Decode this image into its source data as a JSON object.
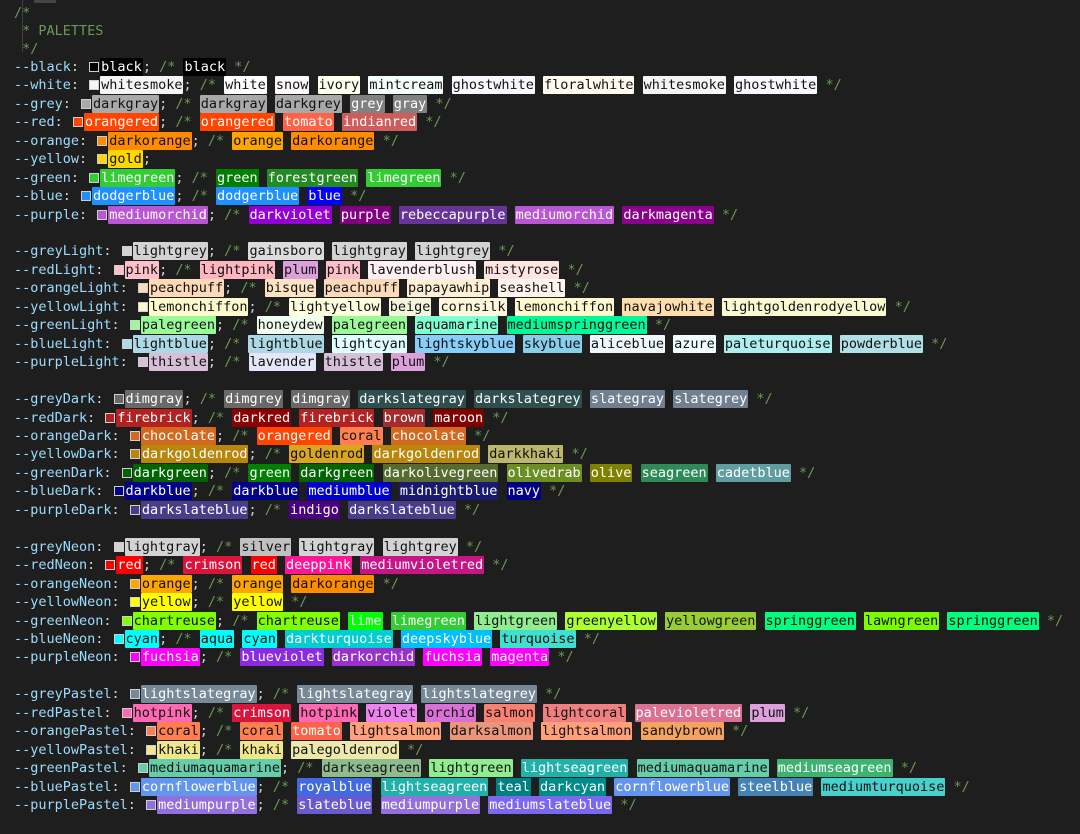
{
  "header": {
    "open": "/*",
    "title": " * PALETTES",
    "close": " */"
  },
  "palette_groups": [
    [
      {
        "name": "--black",
        "main": "black",
        "alts": [
          "black"
        ]
      },
      {
        "name": "--white",
        "main": "whitesmoke",
        "alts": [
          "white",
          "snow",
          "ivory",
          "mintcream",
          "ghostwhite",
          "floralwhite",
          "whitesmoke",
          "ghostwhite"
        ]
      },
      {
        "name": "--grey",
        "main": "darkgray",
        "alts": [
          "darkgray",
          "darkgrey",
          "grey",
          "gray"
        ]
      },
      {
        "name": "--red",
        "main": "orangered",
        "alts": [
          "orangered",
          "tomato",
          "indianred"
        ]
      },
      {
        "name": "--orange",
        "main": "darkorange",
        "alts": [
          "orange",
          "darkorange"
        ]
      },
      {
        "name": "--yellow",
        "main": "gold",
        "alts": []
      },
      {
        "name": "--green",
        "main": "limegreen",
        "alts": [
          "green",
          "forestgreen",
          "limegreen"
        ]
      },
      {
        "name": "--blue",
        "main": "dodgerblue",
        "alts": [
          "dodgerblue",
          "blue"
        ]
      },
      {
        "name": "--purple",
        "main": "mediumorchid",
        "alts": [
          "darkviolet",
          "purple",
          "rebeccapurple",
          "mediumorchid",
          "darkmagenta"
        ]
      }
    ],
    [
      {
        "name": "--greyLight",
        "main": "lightgrey",
        "alts": [
          "gainsboro",
          "lightgray",
          "lightgrey"
        ]
      },
      {
        "name": "--redLight",
        "main": "pink",
        "alts": [
          "lightpink",
          "plum",
          "pink",
          "lavenderblush",
          "mistyrose"
        ]
      },
      {
        "name": "--orangeLight",
        "main": "peachpuff",
        "alts": [
          "bisque",
          "peachpuff",
          "papayawhip",
          "seashell"
        ]
      },
      {
        "name": "--yellowLight",
        "main": "lemonchiffon",
        "alts": [
          "lightyellow",
          "beige",
          "cornsilk",
          "lemonchiffon",
          "navajowhite",
          "lightgoldenrodyellow"
        ]
      },
      {
        "name": "--greenLight",
        "main": "palegreen",
        "alts": [
          "honeydew",
          "palegreen",
          "aquamarine",
          "mediumspringgreen"
        ]
      },
      {
        "name": "--blueLight",
        "main": "lightblue",
        "alts": [
          "lightblue",
          "lightcyan",
          "lightskyblue",
          "skyblue",
          "aliceblue",
          "azure",
          "paleturquoise",
          "powderblue"
        ]
      },
      {
        "name": "--purpleLight",
        "main": "thistle",
        "alts": [
          "lavender",
          "thistle",
          "plum"
        ]
      }
    ],
    [
      {
        "name": "--greyDark",
        "main": "dimgray",
        "alts": [
          "dimgrey",
          "dimgray",
          "darkslategray",
          "darkslategrey",
          "slategray",
          "slategrey"
        ]
      },
      {
        "name": "--redDark",
        "main": "firebrick",
        "alts": [
          "darkred",
          "firebrick",
          "brown",
          "maroon"
        ]
      },
      {
        "name": "--orangeDark",
        "main": "chocolate",
        "alts": [
          "orangered",
          "coral",
          "chocolate"
        ]
      },
      {
        "name": "--yellowDark",
        "main": "darkgoldenrod",
        "alts": [
          "goldenrod",
          "darkgoldenrod",
          "darkkhaki"
        ]
      },
      {
        "name": "--greenDark",
        "main": "darkgreen",
        "alts": [
          "green",
          "darkgreen",
          "darkolivegreen",
          "olivedrab",
          "olive",
          "seagreen",
          "cadetblue"
        ]
      },
      {
        "name": "--blueDark",
        "main": "darkblue",
        "alts": [
          "darkblue",
          "mediumblue",
          "midnightblue",
          "navy"
        ]
      },
      {
        "name": "--purpleDark",
        "main": "darkslateblue",
        "alts": [
          "indigo",
          "darkslateblue"
        ]
      }
    ],
    [
      {
        "name": "--greyNeon",
        "main": "lightgray",
        "alts": [
          "silver",
          "lightgray",
          "lightgrey"
        ]
      },
      {
        "name": "--redNeon",
        "main": "red",
        "alts": [
          "crimson",
          "red",
          "deeppink",
          "mediumvioletred"
        ]
      },
      {
        "name": "--orangeNeon",
        "main": "orange",
        "alts": [
          "orange",
          "darkorange"
        ]
      },
      {
        "name": "--yellowNeon",
        "main": "yellow",
        "alts": [
          "yellow"
        ]
      },
      {
        "name": "--greenNeon",
        "main": "chartreuse",
        "alts": [
          "chartreuse",
          "lime",
          "limegreen",
          "lightgreen",
          "greenyellow",
          "yellowgreen",
          "springgreen",
          "lawngreen",
          "springgreen"
        ]
      },
      {
        "name": "--blueNeon",
        "main": "cyan",
        "alts": [
          "aqua",
          "cyan",
          "darkturquoise",
          "deepskyblue",
          "turquoise"
        ]
      },
      {
        "name": "--purpleNeon",
        "main": "fuchsia",
        "alts": [
          "blueviolet",
          "darkorchid",
          "fuchsia",
          "magenta"
        ]
      }
    ],
    [
      {
        "name": "--greyPastel",
        "main": "lightslategray",
        "alts": [
          "lightslategray",
          "lightslategrey"
        ]
      },
      {
        "name": "--redPastel",
        "main": "hotpink",
        "alts": [
          "crimson",
          "hotpink",
          "violet",
          "orchid",
          "salmon",
          "lightcoral",
          "palevioletred",
          "plum"
        ]
      },
      {
        "name": "--orangePastel",
        "main": "coral",
        "alts": [
          "coral",
          "tomato",
          "lightsalmon",
          "darksalmon",
          "lightsalmon",
          "sandybrown"
        ]
      },
      {
        "name": "--yellowPastel",
        "main": "khaki",
        "alts": [
          "khaki",
          "palegoldenrod"
        ]
      },
      {
        "name": "--greenPastel",
        "main": "mediumaquamarine",
        "alts": [
          "darkseagreen",
          "lightgreen",
          "lightseagreen",
          "mediumaquamarine",
          "mediumseagreen"
        ]
      },
      {
        "name": "--bluePastel",
        "main": "cornflowerblue",
        "alts": [
          "royalblue",
          "lightseagreen",
          "teal",
          "darkcyan",
          "cornflowerblue",
          "steelblue",
          "mediumturquoise"
        ]
      },
      {
        "name": "--purplePastel",
        "main": "mediumpurple",
        "alts": [
          "slateblue",
          "mediumpurple",
          "mediumslateblue"
        ]
      }
    ]
  ],
  "colors": {
    "background": "#1e1e1e",
    "comment": "#6a9955",
    "property": "#9cdcfe",
    "punctuation": "#d4d4d4"
  }
}
